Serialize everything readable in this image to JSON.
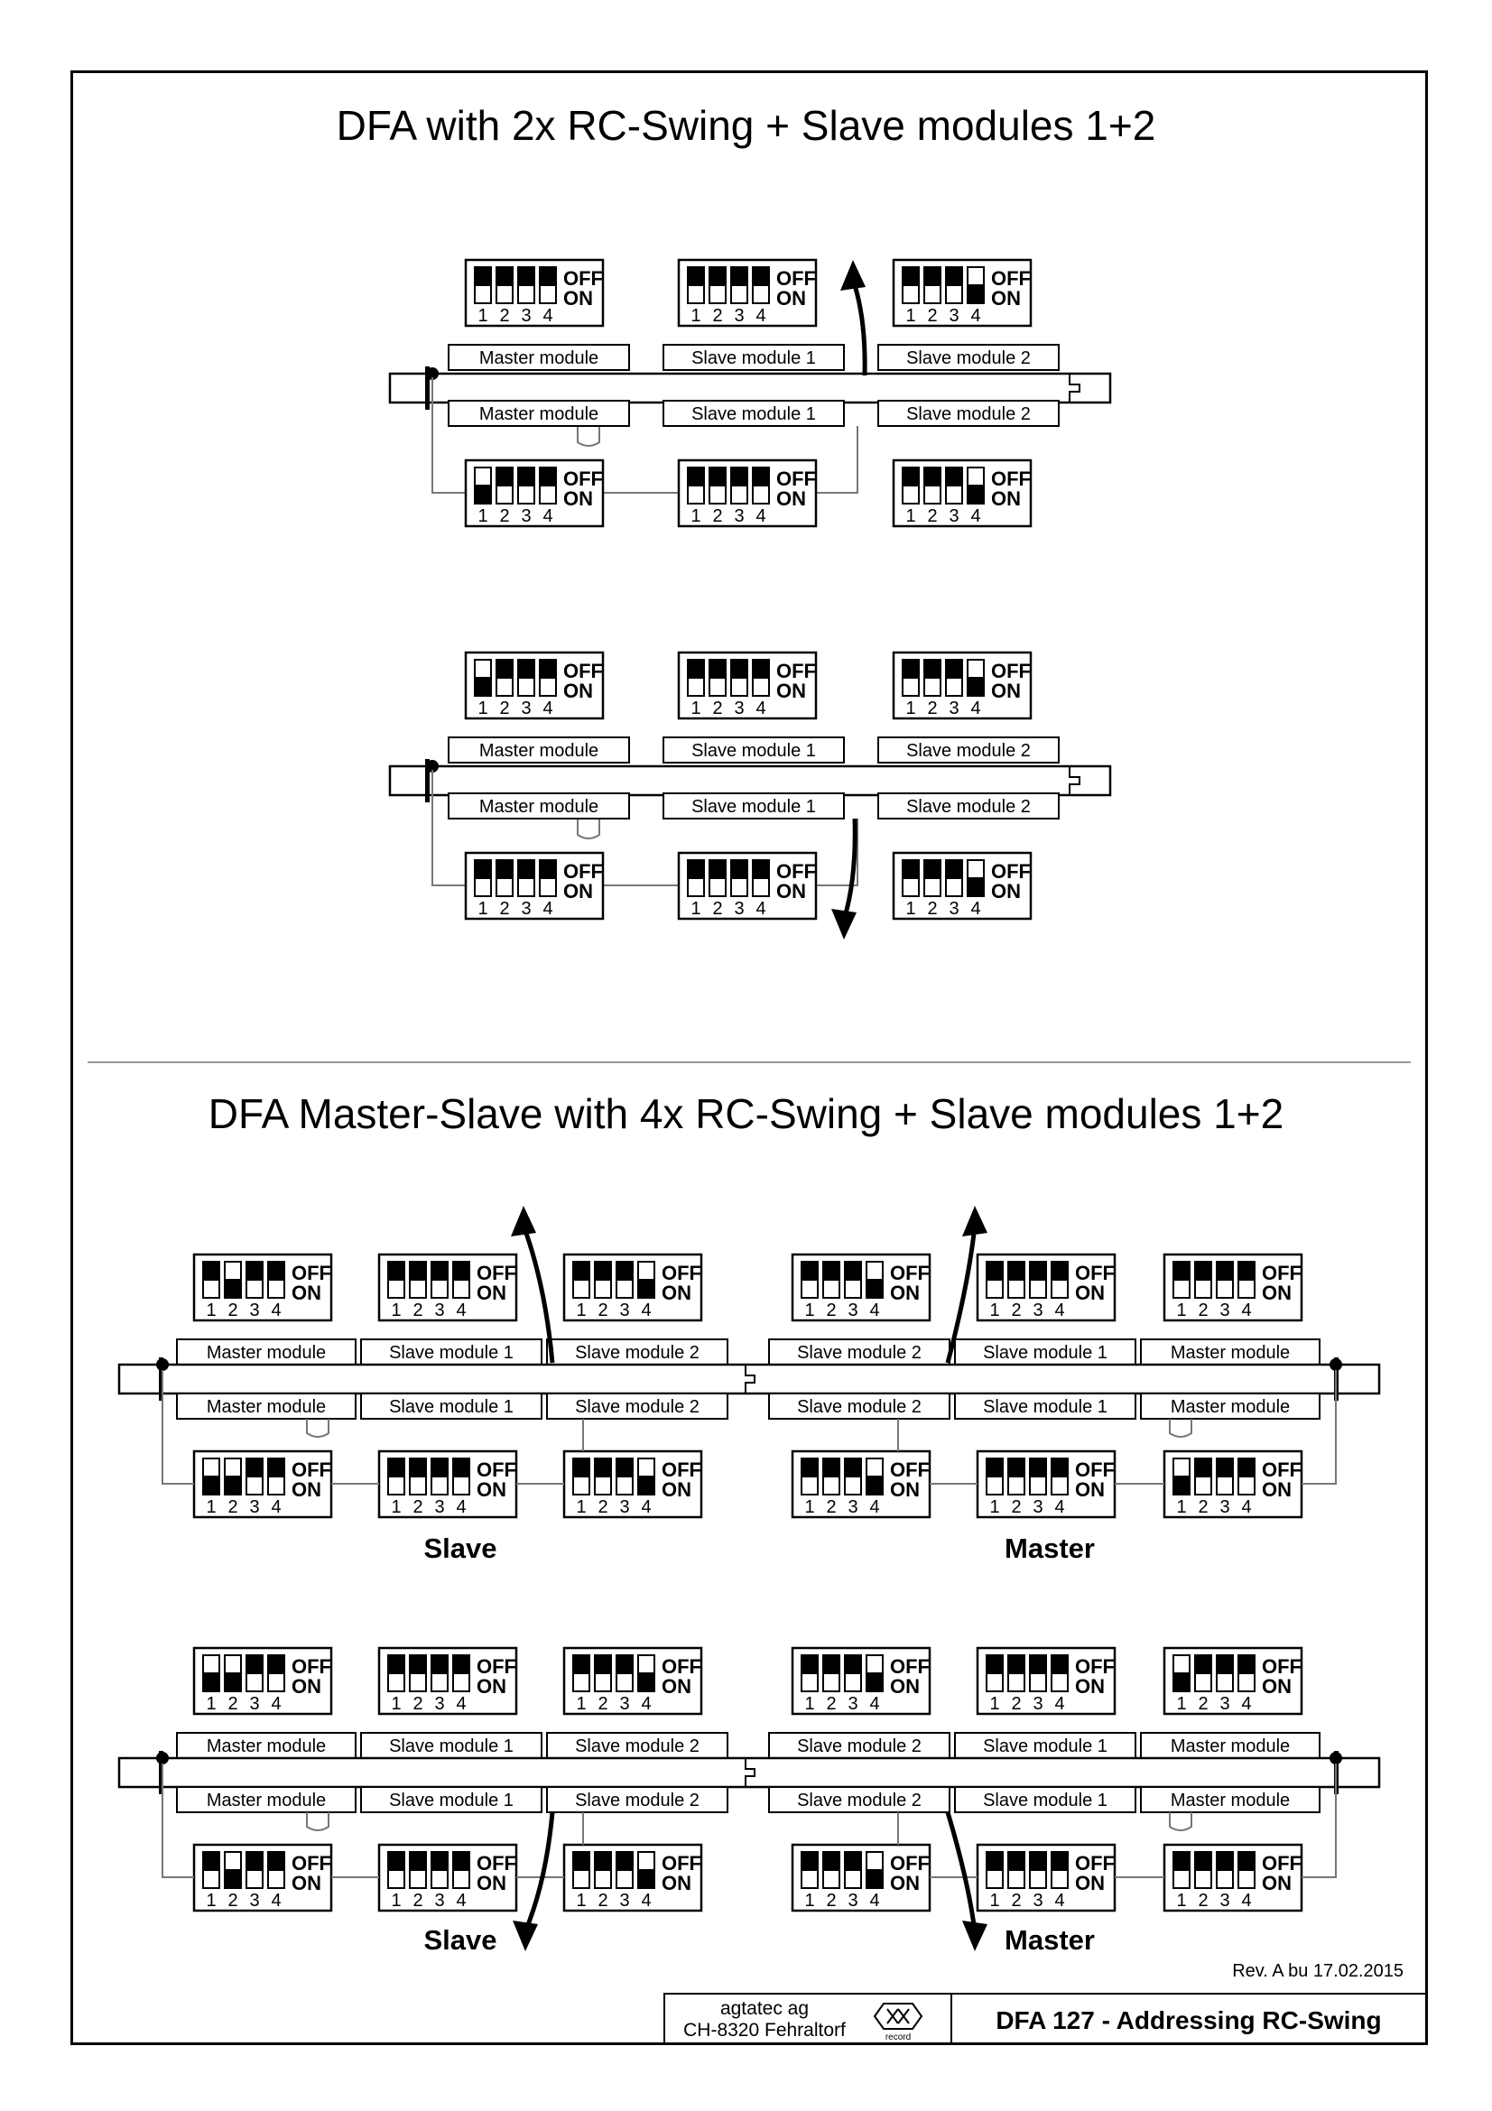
{
  "titles": {
    "top": "DFA with 2x RC-Swing + Slave modules 1+2",
    "bottom": "DFA Master-Slave with 4x RC-Swing + Slave modules 1+2"
  },
  "dip_labels": {
    "off": "OFF",
    "on": "ON",
    "nums": [
      "1",
      "2",
      "3",
      "4"
    ]
  },
  "module_labels": {
    "master": "Master module",
    "slave1": "Slave module 1",
    "slave2": "Slave module 2"
  },
  "captions": {
    "slave": "Slave",
    "master": "Master"
  },
  "revision": "Rev. A bu 17.02.2015",
  "title_block": {
    "company_line1": "agtatec ag",
    "company_line2": "CH-8320 Fehraltorf",
    "logo_text": "record",
    "doc_title": "DFA 127 - Addressing RC-Swing"
  },
  "switch_states_legend": "each DIP switch: 0 = OFF (lever up), 1 = ON (lever down)",
  "diagrams": [
    {
      "id": "top-1",
      "upper_dips": [
        [
          0,
          0,
          0,
          0
        ],
        [
          0,
          0,
          0,
          0
        ],
        [
          0,
          0,
          0,
          1
        ]
      ],
      "lower_dips": [
        [
          1,
          0,
          0,
          0
        ],
        [
          0,
          0,
          0,
          0
        ],
        [
          0,
          0,
          0,
          1
        ]
      ],
      "arrow": "up"
    },
    {
      "id": "top-2",
      "upper_dips": [
        [
          1,
          0,
          0,
          0
        ],
        [
          0,
          0,
          0,
          0
        ],
        [
          0,
          0,
          0,
          1
        ]
      ],
      "lower_dips": [
        [
          0,
          0,
          0,
          0
        ],
        [
          0,
          0,
          0,
          0
        ],
        [
          0,
          0,
          0,
          1
        ]
      ],
      "arrow": "down"
    },
    {
      "id": "bottom-1",
      "left_upper": [
        [
          0,
          1,
          0,
          0
        ],
        [
          0,
          0,
          0,
          0
        ],
        [
          0,
          0,
          0,
          1
        ]
      ],
      "left_lower": [
        [
          1,
          1,
          0,
          0
        ],
        [
          0,
          0,
          0,
          0
        ],
        [
          0,
          0,
          0,
          1
        ]
      ],
      "right_upper": [
        [
          0,
          0,
          0,
          1
        ],
        [
          0,
          0,
          0,
          0
        ],
        [
          0,
          0,
          0,
          0
        ]
      ],
      "right_lower": [
        [
          0,
          0,
          0,
          1
        ],
        [
          0,
          0,
          0,
          0
        ],
        [
          1,
          0,
          0,
          0
        ]
      ],
      "arrow": "up"
    },
    {
      "id": "bottom-2",
      "left_upper": [
        [
          1,
          1,
          0,
          0
        ],
        [
          0,
          0,
          0,
          0
        ],
        [
          0,
          0,
          0,
          1
        ]
      ],
      "left_lower": [
        [
          0,
          1,
          0,
          0
        ],
        [
          0,
          0,
          0,
          0
        ],
        [
          0,
          0,
          0,
          1
        ]
      ],
      "right_upper": [
        [
          0,
          0,
          0,
          1
        ],
        [
          0,
          0,
          0,
          0
        ],
        [
          1,
          0,
          0,
          0
        ]
      ],
      "right_lower": [
        [
          0,
          0,
          0,
          1
        ],
        [
          0,
          0,
          0,
          0
        ],
        [
          0,
          0,
          0,
          0
        ]
      ],
      "arrow": "down"
    }
  ]
}
